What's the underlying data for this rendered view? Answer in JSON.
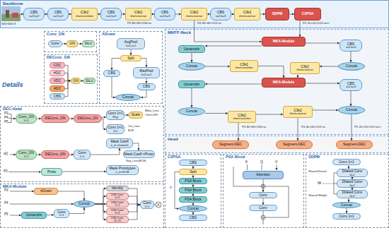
{
  "diagram": {
    "nodes": [
      {
        "text": [
          "Backbone"
        ]
      },
      {
        "text": [
          "CBS",
          "s=2,k=3"
        ],
        "in": 0
      },
      {
        "text": [
          "CBS",
          "s=2,k=3"
        ],
        "in": 0
      },
      {
        "text": [
          "C3k2",
          "shortcut=false"
        ],
        "in": 0
      },
      {
        "text": [
          "CBS",
          "s=2,k=3"
        ],
        "in": 0
      },
      {
        "text": [
          "C3k2",
          "shortcut=true"
        ],
        "in": 0
      },
      {
        "text": [
          "CBS",
          "s=2,k=3"
        ],
        "in": 0
      },
      {
        "text": [
          "C3k2",
          "shortcut=true"
        ],
        "in": 0
      },
      {
        "text": [
          "CBS",
          "s=2,k=3"
        ],
        "in": 0
      },
      {
        "text": [
          "C3k2",
          "shortcut=true"
        ],
        "in": 0
      },
      {
        "text": [
          "SDPM"
        ],
        "in": 0
      },
      {
        "text": [
          "C2PSA"
        ],
        "in": 0
      },
      {
        "text": [
          "MKFF-Neck"
        ]
      },
      {
        "text": [
          "Upsample"
        ],
        "in": 12
      },
      {
        "text": [
          "MKA-Module"
        ],
        "in": 12
      },
      {
        "text": [
          "CBS",
          "s=2,k=3"
        ],
        "in": 12
      },
      {
        "text": [
          "Concat"
        ],
        "in": 12
      },
      {
        "text": [
          "C3k2",
          "shortcut=false"
        ],
        "in": 12
      },
      {
        "text": [
          "C3k2",
          "shortcut=true"
        ],
        "in": 12
      },
      {
        "text": [
          "Concat"
        ],
        "in": 12
      },
      {
        "text": [
          "MKA-Module"
        ],
        "in": 12
      },
      {
        "text": [
          "Upsample"
        ],
        "in": 12
      },
      {
        "text": [
          "CBS",
          "s=2,k=3"
        ],
        "in": 12
      },
      {
        "text": [
          "Concat"
        ],
        "in": 12
      },
      {
        "text": [
          "C3k2",
          "shortcut=false"
        ],
        "in": 12
      },
      {
        "text": [
          "C3k2",
          "shortcut=true"
        ],
        "in": 12
      },
      {
        "text": [
          "Concat"
        ],
        "in": 12
      },
      {
        "text": [
          "Head"
        ]
      },
      {
        "text": [
          "Segment-DEC"
        ],
        "in": 27
      },
      {
        "text": [
          "Segment-DEC"
        ],
        "in": 27
      },
      {
        "text": [
          "Segment-DEC"
        ],
        "in": 27
      },
      {
        "text": [
          "Conv_GN"
        ]
      },
      {
        "text": [
          "Conv"
        ],
        "in": 31
      },
      {
        "text": [
          "GN"
        ],
        "in": 31
      },
      {
        "text": [
          "SiLU"
        ],
        "in": 31
      },
      {
        "text": [
          "DEConv_GN"
        ]
      },
      {
        "text": [
          "CDC"
        ],
        "in": 35
      },
      {
        "text": [
          "HDC"
        ],
        "in": 35
      },
      {
        "text": [
          "VDC"
        ],
        "in": 35
      },
      {
        "text": [
          "ADC"
        ],
        "in": 35
      },
      {
        "text": [
          "CBS"
        ],
        "in": 35
      },
      {
        "text": [
          "GN"
        ],
        "in": 35
      },
      {
        "text": [
          "SiLU"
        ],
        "in": 35
      },
      {
        "text": [
          "ADown"
        ]
      },
      {
        "text": [
          "AvgPool",
          "k=2,s=1"
        ],
        "in": 43
      },
      {
        "text": [
          "Split"
        ],
        "in": 43
      },
      {
        "text": [
          "CBS"
        ],
        "in": 43
      },
      {
        "text": [
          "MaxPool",
          "k=3,s=2"
        ],
        "in": 43
      },
      {
        "text": [
          "CBS"
        ],
        "in": 43
      },
      {
        "text": [
          "Concat"
        ],
        "in": 43
      },
      {
        "text": [
          "DEC-Head"
        ]
      },
      {
        "text": [
          "Conv_GN",
          "1×1"
        ],
        "in": 50
      },
      {
        "text": [
          "DEConv_GN"
        ],
        "in": 50
      },
      {
        "text": [
          "DEConv_GN"
        ],
        "in": 50
      },
      {
        "text": [
          "Conv 1×1",
          "Reg"
        ],
        "in": 50
      },
      {
        "text": [
          "Scale"
        ],
        "in": 50
      },
      {
        "text": [
          "Conv 1×1",
          "Cls"
        ],
        "in": 50
      },
      {
        "text": [
          "Mask Coeff",
          "n_m channels"
        ],
        "in": 50
      },
      {
        "text": [
          "Conv_GN",
          "1×1"
        ],
        "in": 50
      },
      {
        "text": [
          "DEConv_GN"
        ],
        "in": 50
      },
      {
        "text": [
          "Conv",
          "1×1"
        ],
        "in": 50
      },
      {
        "text": [
          "Mask Coeff ×Proto"
        ],
        "in": 50
      },
      {
        "text": [
          "Proto"
        ],
        "in": 50
      },
      {
        "text": [
          "Mask Prototypes",
          "n_m×H×W"
        ],
        "in": 50
      },
      {
        "text": [
          "MKA-Module"
        ]
      },
      {
        "text": [
          "ADown"
        ],
        "in": 64
      },
      {
        "text": [
          "Upsample"
        ],
        "in": 64
      },
      {
        "text": [
          "Conv",
          "1×1"
        ],
        "in": 64
      },
      {
        "text": [
          "Concat"
        ],
        "in": 64
      },
      {
        "text": [
          "Identity"
        ],
        "in": 64
      },
      {
        "text": [
          "DW-Conv",
          "5×5"
        ],
        "in": 64
      },
      {
        "text": [
          "DW-Conv",
          "7×7"
        ],
        "in": 64
      },
      {
        "text": [
          "DW-Conv",
          "9×9"
        ],
        "in": 64
      },
      {
        "text": [
          "DW-Conv",
          "11×11"
        ],
        "in": 64
      },
      {
        "text": [
          "Conv",
          "1×1"
        ],
        "in": 64
      },
      {
        "text": [
          "C2PSA"
        ]
      },
      {
        "text": [
          "CBS"
        ],
        "in": 75
      },
      {
        "text": [
          "Split"
        ],
        "in": 75
      },
      {
        "text": [
          "PSA Block"
        ],
        "in": 75
      },
      {
        "text": [
          "PSA Block"
        ],
        "in": 75
      },
      {
        "text": [
          "PSA Block"
        ],
        "in": 75
      },
      {
        "text": [
          "Concat"
        ],
        "in": 75
      },
      {
        "text": [
          "CBS"
        ],
        "in": 75
      },
      {
        "text": [
          "PSA Block"
        ]
      },
      {
        "text": [
          "Attention"
        ],
        "in": 83
      },
      {
        "text": [
          "Conv"
        ],
        "in": 83
      },
      {
        "text": [
          "Conv"
        ],
        "in": 83
      },
      {
        "text": [
          "SDPM"
        ]
      },
      {
        "text": [
          "Conv 1×1"
        ],
        "in": 87
      },
      {
        "text": [
          "Dilated Conv",
          "d=1"
        ],
        "in": 87
      },
      {
        "text": [
          "Dilated Conv",
          "d=2"
        ],
        "in": 87
      },
      {
        "text": [
          "Dilated Conv",
          "d=3"
        ],
        "in": 87
      },
      {
        "text": [
          "Concat"
        ],
        "in": 87
      },
      {
        "text": [
          "Conv 1×1"
        ],
        "in": 87
      }
    ],
    "edges": [
      {
        "from": 1,
        "to": 2,
        "arrow": "to"
      },
      {
        "from": 2,
        "to": 3,
        "arrow": "to"
      },
      {
        "from": 3,
        "to": 4,
        "arrow": "to"
      },
      {
        "from": 4,
        "to": 5,
        "arrow": "to"
      },
      {
        "from": 5,
        "to": 6,
        "arrow": "to"
      },
      {
        "from": 6,
        "to": 7,
        "arrow": "to"
      },
      {
        "from": 7,
        "to": 8,
        "arrow": "to"
      },
      {
        "from": 8,
        "to": 9,
        "arrow": "to"
      },
      {
        "from": 9,
        "to": 10,
        "arrow": "to"
      },
      {
        "from": 10,
        "to": 11,
        "arrow": "to"
      },
      {
        "from": 11,
        "to": 14,
        "arrow": "to"
      },
      {
        "from": 7,
        "to": 14,
        "arrow": "to"
      },
      {
        "from": 14,
        "to": 13,
        "arrow": "to"
      },
      {
        "from": 13,
        "to": 16,
        "arrow": "to"
      },
      {
        "from": 16,
        "to": 17,
        "arrow": "to"
      },
      {
        "from": 17,
        "to": 20,
        "arrow": "to"
      },
      {
        "from": 20,
        "to": 21,
        "arrow": "to"
      },
      {
        "from": 21,
        "to": 23,
        "arrow": "to"
      },
      {
        "from": 23,
        "to": 24,
        "arrow": "to"
      },
      {
        "from": 24,
        "to": 25,
        "arrow": "to"
      },
      {
        "from": 25,
        "to": 26,
        "arrow": "to"
      },
      {
        "from": 14,
        "to": 15,
        "arrow": "to"
      },
      {
        "from": 15,
        "to": 19,
        "arrow": "to"
      },
      {
        "from": 19,
        "to": 18,
        "arrow": "to"
      },
      {
        "from": 18,
        "to": 20,
        "arrow": "to"
      },
      {
        "from": 20,
        "to": 22,
        "arrow": "to"
      },
      {
        "from": 22,
        "to": 26,
        "arrow": "to"
      },
      {
        "from": 24,
        "to": 28,
        "arrow": "to"
      },
      {
        "from": 25,
        "to": 29,
        "arrow": "to"
      },
      {
        "from": 26,
        "to": 30,
        "arrow": "to"
      },
      {
        "from": 32,
        "to": 33,
        "arrow": "to"
      },
      {
        "from": 33,
        "to": 34,
        "arrow": "to"
      },
      {
        "from": 36,
        "to": 41,
        "arrow": "to"
      },
      {
        "from": 37,
        "to": 41,
        "arrow": "to"
      },
      {
        "from": 38,
        "to": 41,
        "arrow": "to"
      },
      {
        "from": 39,
        "to": 41,
        "arrow": "to"
      },
      {
        "from": 40,
        "to": 41,
        "arrow": "to"
      },
      {
        "from": 41,
        "to": 42,
        "arrow": "to"
      },
      {
        "from": 44,
        "to": 45,
        "arrow": "to"
      },
      {
        "from": 45,
        "to": 46,
        "arrow": "to"
      },
      {
        "from": 45,
        "to": 47,
        "arrow": "to"
      },
      {
        "from": 47,
        "to": 48,
        "arrow": "to"
      },
      {
        "from": 46,
        "to": 49,
        "arrow": "to"
      },
      {
        "from": 48,
        "to": 49,
        "arrow": "to"
      },
      {
        "from": 51,
        "to": 52,
        "arrow": "to"
      },
      {
        "from": 52,
        "to": 53,
        "arrow": "to"
      },
      {
        "from": 53,
        "to": 54,
        "arrow": "to"
      },
      {
        "from": 53,
        "to": 56,
        "arrow": "to"
      },
      {
        "from": 54,
        "to": 55,
        "arrow": "to"
      },
      {
        "from": 58,
        "to": 59,
        "arrow": "to"
      },
      {
        "from": 59,
        "to": 60,
        "arrow": "to"
      },
      {
        "from": 60,
        "to": 57,
        "arrow": "to"
      },
      {
        "from": 57,
        "to": 61,
        "arrow": "to"
      },
      {
        "from": 62,
        "to": 63,
        "arrow": "to"
      },
      {
        "from": 65,
        "to": 68,
        "arrow": "to"
      },
      {
        "from": 66,
        "to": 67,
        "arrow": "to"
      },
      {
        "from": 67,
        "to": 68,
        "arrow": "to"
      },
      {
        "from": 68,
        "to": 69,
        "arrow": "to"
      },
      {
        "from": 68,
        "to": 70,
        "arrow": "to"
      },
      {
        "from": 68,
        "to": 71,
        "arrow": "to"
      },
      {
        "from": 68,
        "to": 72,
        "arrow": "to"
      },
      {
        "from": 68,
        "to": 73,
        "arrow": "to"
      },
      {
        "from": 69,
        "to": 74,
        "arrow": "to"
      },
      {
        "from": 70,
        "to": 74,
        "arrow": "to"
      },
      {
        "from": 71,
        "to": 74,
        "arrow": "to"
      },
      {
        "from": 72,
        "to": 74,
        "arrow": "to"
      },
      {
        "from": 73,
        "to": 74,
        "arrow": "to"
      },
      {
        "from": 76,
        "to": 77,
        "arrow": "to"
      },
      {
        "from": 77,
        "to": 78,
        "arrow": "to"
      },
      {
        "from": 78,
        "to": 79,
        "arrow": "to"
      },
      {
        "from": 79,
        "to": 80,
        "arrow": "to"
      },
      {
        "from": 80,
        "to": 81,
        "arrow": "to"
      },
      {
        "from": 81,
        "to": 82,
        "arrow": "to"
      },
      {
        "from": 84,
        "to": 85,
        "arrow": "to"
      },
      {
        "from": 85,
        "to": 86,
        "arrow": "to"
      },
      {
        "from": 88,
        "to": 89,
        "arrow": "to"
      },
      {
        "from": 89,
        "to": 90,
        "arrow": "to"
      },
      {
        "from": 90,
        "to": 91,
        "arrow": "to"
      },
      {
        "from": 91,
        "to": 92,
        "arrow": "to"
      },
      {
        "from": 92,
        "to": 93,
        "arrow": "to"
      }
    ],
    "labels": [
      "640×640×3",
      "P3 80×80×256×w",
      "P4 40×40×512×w",
      "P5 20×20×512×w×r",
      "P3 80×80×256×w",
      "P4 40×40×512×w",
      "P5 20×20×512×w×r",
      "Details",
      "P3",
      "P4",
      "P5",
      "Bbox_Loss",
      "CIoU+DFL",
      "Cls_Loss",
      "BCE",
      "s[i]",
      "Seg_Loss(BCE)",
      "P3",
      "P3",
      "P4",
      "P5",
      "n",
      "K",
      "Q",
      "V",
      "Shared Kernel",
      "W",
      "Shared Weight"
    ]
  }
}
